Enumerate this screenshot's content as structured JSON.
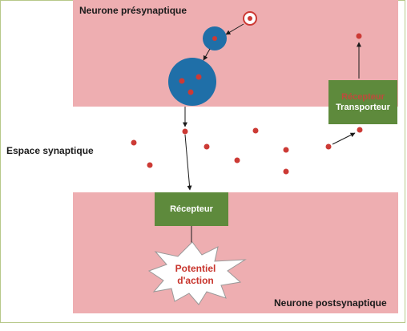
{
  "labels": {
    "presynaptic": "Neurone présynaptique",
    "synaptic_space": "Espace synaptique",
    "postsynaptic": "Neurone postsynaptique",
    "receptor": "Récepteur",
    "transporter_faded": "Récepteur",
    "transporter": "Transporteur",
    "action_potential_line1": "Potentiel",
    "action_potential_line2": "d'action"
  },
  "colors": {
    "membrane": "#eeaeb1",
    "vesicle": "#1f6fa8",
    "molecule": "#cc3a35",
    "box": "#5e8a3c",
    "burst_text": "#c8342c"
  }
}
